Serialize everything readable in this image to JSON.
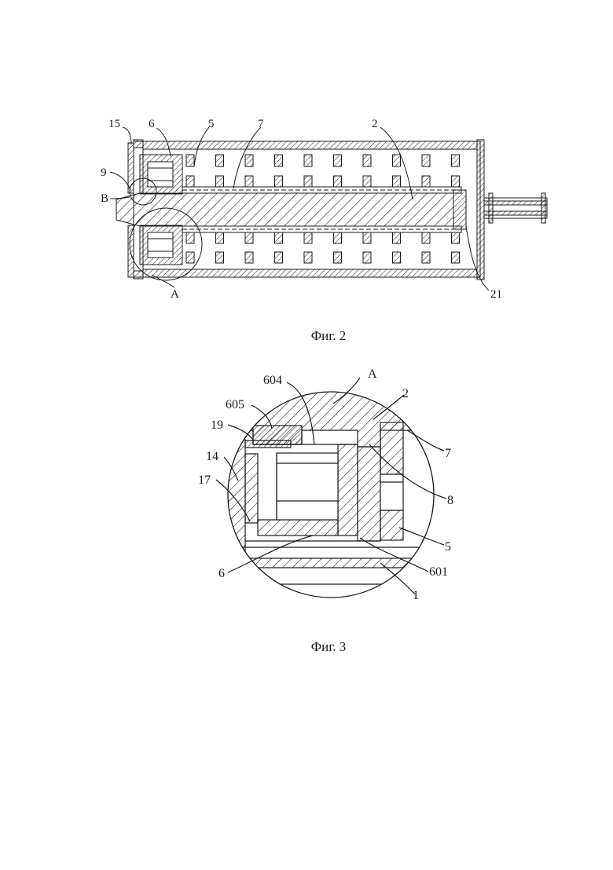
{
  "figures": [
    {
      "caption": "Фиг. 2",
      "labels": [
        "15",
        "6",
        "5",
        "7",
        "2",
        "9",
        "B",
        "A",
        "21"
      ]
    },
    {
      "caption": "Фиг. 3",
      "labels": [
        "A",
        "604",
        "2",
        "605",
        "19",
        "7",
        "14",
        "17",
        "8",
        "5",
        "6",
        "601",
        "1"
      ]
    }
  ],
  "colors": {
    "line": "#1a1a1a",
    "background": "#ffffff"
  }
}
